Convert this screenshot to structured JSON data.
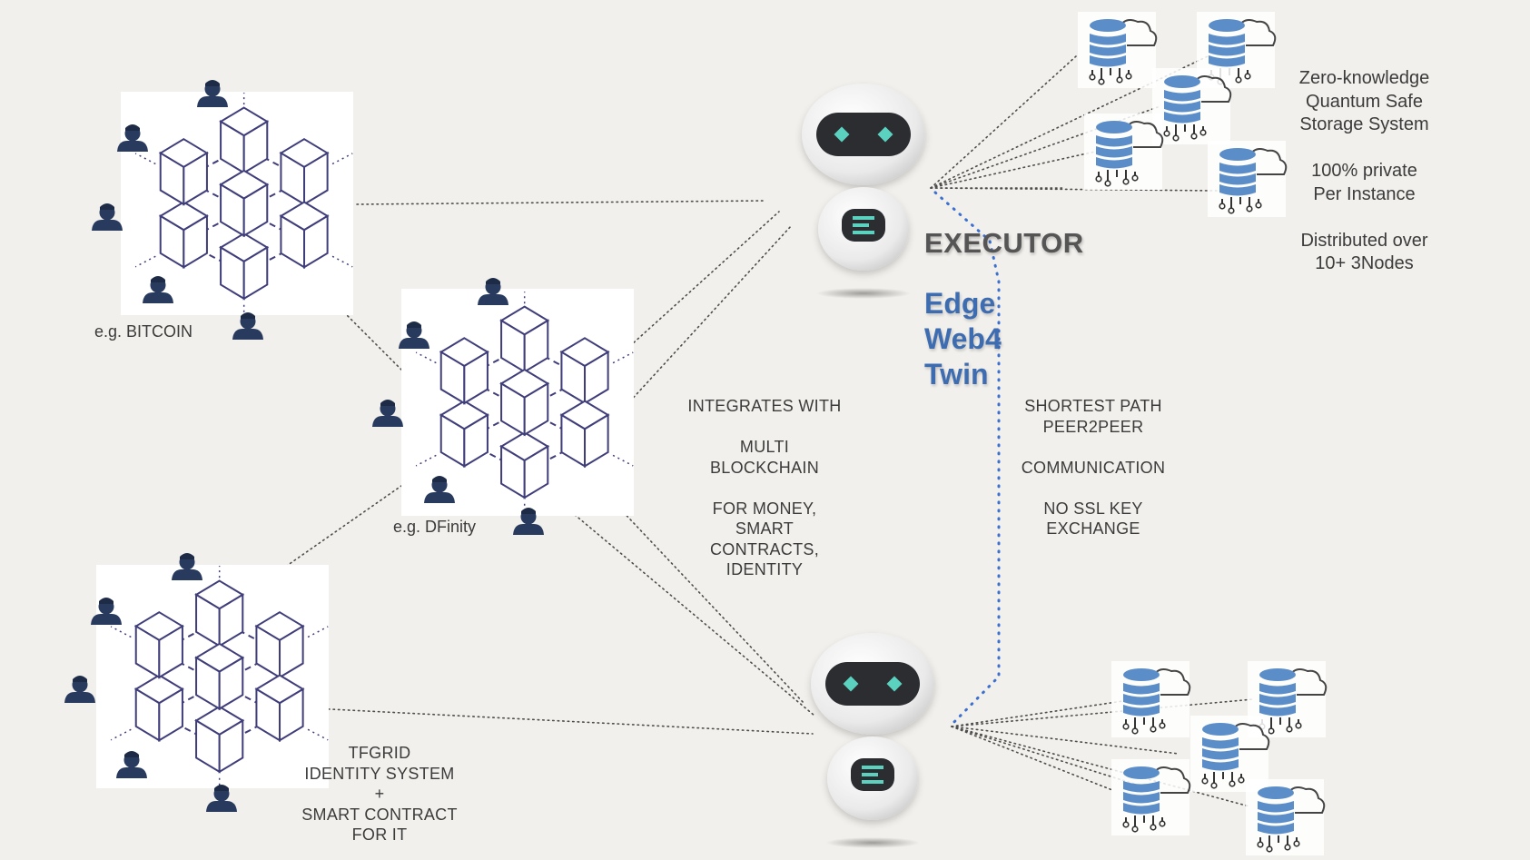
{
  "labels": {
    "bitcoin": "e.g. BITCOIN",
    "dfinity": "e.g. DFinity",
    "tfgrid": "TFGRID\nIDENTITY SYSTEM\n+\nSMART CONTRACT\nFOR IT",
    "integrates": "INTEGRATES WITH\n\nMULTI\nBLOCKCHAIN\n\nFOR MONEY,\nSMART\nCONTRACTS,\nIDENTITY",
    "shortest": "SHORTEST PATH\nPEER2PEER\n\nCOMMUNICATION\n\nNO SSL KEY\nEXCHANGE",
    "storage": "Zero-knowledge\nQuantum Safe\nStorage System\n\n100% private\nPer Instance\n\nDistributed over\n10+ 3Nodes"
  },
  "executor": {
    "title": "EXECUTOR",
    "line1": "Edge",
    "line2": "Web4",
    "line3": "Twin"
  },
  "icons": {
    "blockchain": "blockchain-cube-network-icon",
    "user": "user-icon",
    "robot": "robot-icon",
    "storage": "cloud-database-icon"
  },
  "colors": {
    "background": "#f2f0ec",
    "cube_stroke": "#3f3d7a",
    "user": "#283a5e",
    "database": "#5b8ec8",
    "twin_text": "#3d6db0",
    "link_dotted": "#4d4d4d",
    "link_blue": "#3b6fd0"
  }
}
